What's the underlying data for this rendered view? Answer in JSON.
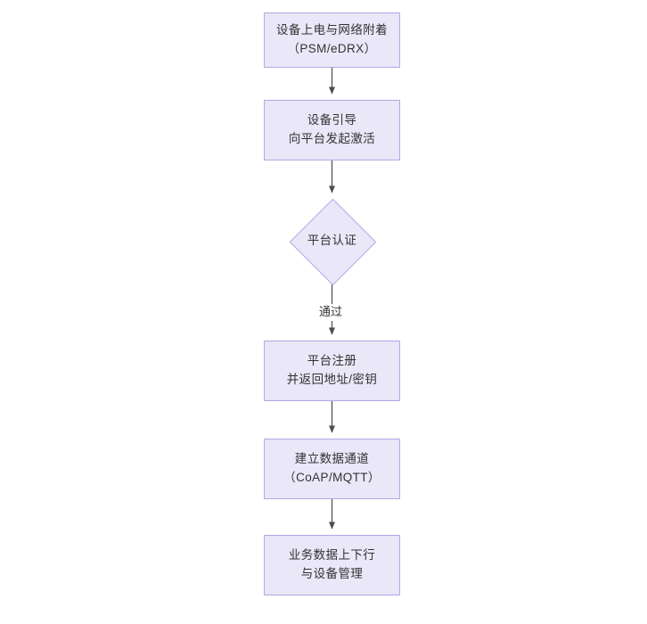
{
  "diagram": {
    "type": "flowchart",
    "orientation": "top-to-bottom",
    "background_color": "#ffffff",
    "node_fill_color": "#e9e7f8",
    "node_border_color": "#b9a5e3",
    "edge_color": "#4d4d4d",
    "text_color": "#333333",
    "nodes": [
      {
        "id": "n1",
        "shape": "rectangle",
        "label": "设备上电与网络附着\n（PSM/eDRX）",
        "line1": "设备上电与网络附着",
        "line2": "（PSM/eDRX）"
      },
      {
        "id": "n2",
        "shape": "rectangle",
        "label": "设备引导\n向平台发起激活",
        "line1": "设备引导",
        "line2": "向平台发起激活"
      },
      {
        "id": "n3",
        "shape": "diamond",
        "label": "平台认证",
        "line1": "平台认证",
        "line2": ""
      },
      {
        "id": "n4",
        "shape": "rectangle",
        "label": "平台注册\n并返回地址/密钥",
        "line1": "平台注册",
        "line2": "并返回地址/密钥"
      },
      {
        "id": "n5",
        "shape": "rectangle",
        "label": "建立数据通道\n（CoAP/MQTT）",
        "line1": "建立数据通道",
        "line2": "（CoAP/MQTT）"
      },
      {
        "id": "n6",
        "shape": "rectangle",
        "label": "业务数据上下行\n与设备管理",
        "line1": "业务数据上下行",
        "line2": "与设备管理"
      }
    ],
    "edges": [
      {
        "id": "e1",
        "from": "n1",
        "to": "n2",
        "label": ""
      },
      {
        "id": "e2",
        "from": "n2",
        "to": "n3",
        "label": ""
      },
      {
        "id": "e3",
        "from": "n3",
        "to": "n4",
        "label": "通过"
      },
      {
        "id": "e4",
        "from": "n4",
        "to": "n5",
        "label": ""
      },
      {
        "id": "e5",
        "from": "n5",
        "to": "n6",
        "label": ""
      }
    ]
  }
}
